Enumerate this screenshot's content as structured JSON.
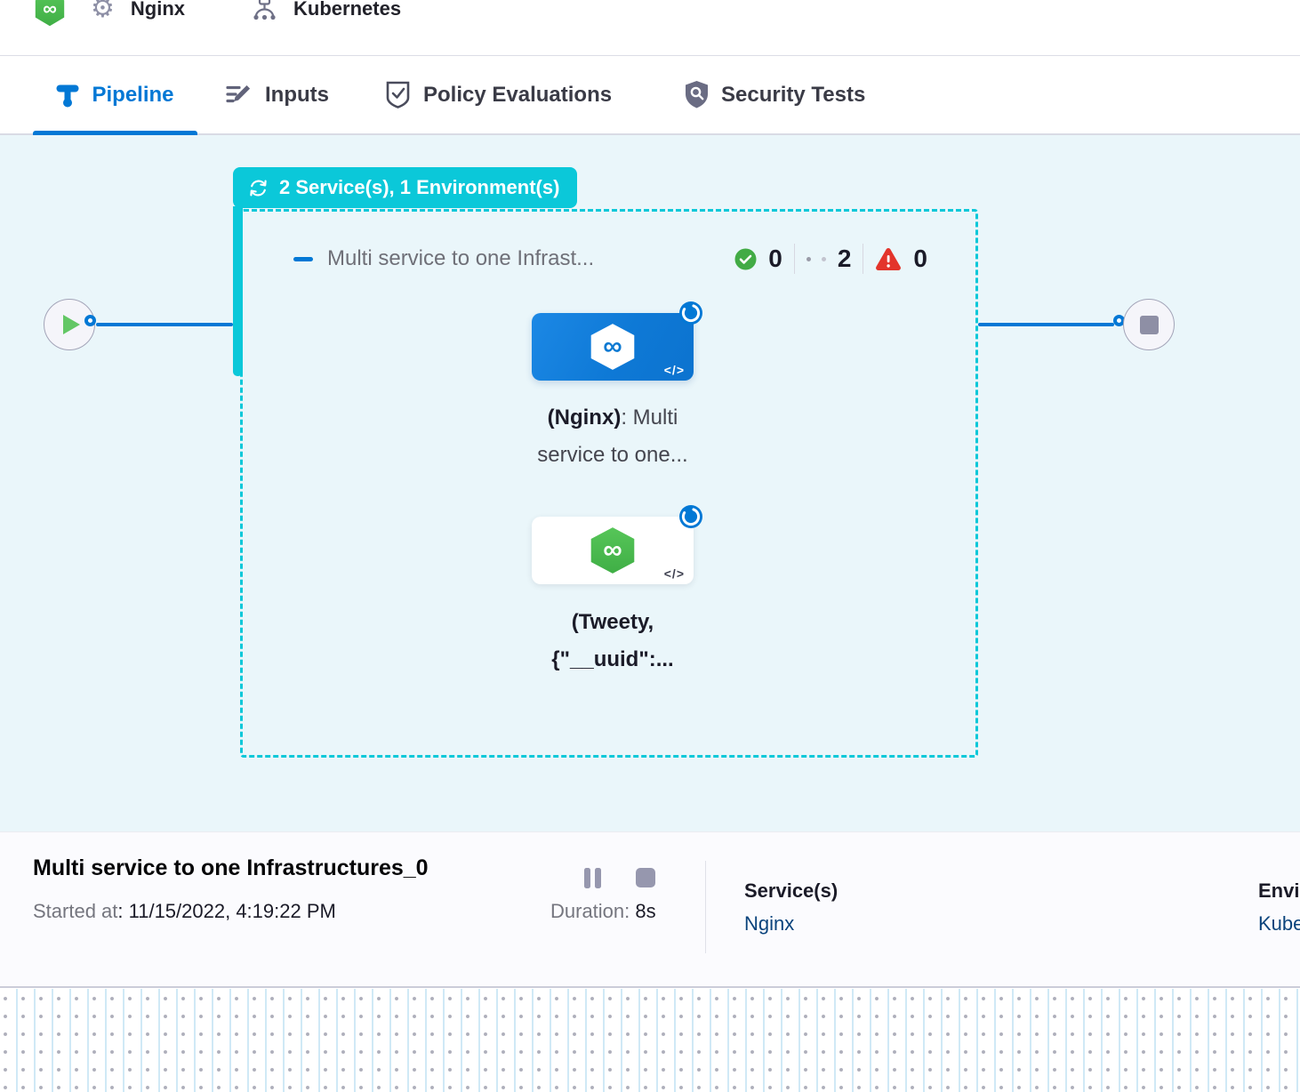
{
  "header": {
    "service_name": "Nginx",
    "infra_name": "Kubernetes"
  },
  "tabs": {
    "pipeline": "Pipeline",
    "inputs": "Inputs",
    "policy": "Policy Evaluations",
    "security": "Security Tests"
  },
  "stage": {
    "badge_label": "2 Service(s), 1 Environment(s)",
    "title": "Multi service to one Infrast...",
    "counts": {
      "success": "0",
      "running": "2",
      "failed": "0"
    },
    "nodes": [
      {
        "name_bold": "(Nginx)",
        "name_rest": ": Multi",
        "line2": "service to one..."
      },
      {
        "name_bold": "(Tweety,",
        "name_rest": "",
        "line2": "{\"__uuid\":..."
      }
    ]
  },
  "glyphs": {
    "code": "</>",
    "infinity": "∞"
  },
  "footer": {
    "title": "Multi service to one Infrastructures_0",
    "started_label": "Started at",
    "started_value": ": 11/15/2022, 4:19:22 PM",
    "duration_label": "Duration: ",
    "duration_value": "8s",
    "services_label": "Service(s)",
    "services_value": "Nginx",
    "environments_label": "Environment(s)",
    "environments_value": "Kubernetes"
  },
  "colors": {
    "accent_blue": "#0278D5",
    "stage_teal": "#0BC8D9",
    "canvas_bg": "#EAF6FA",
    "success_green": "#42AB45",
    "error_red": "#E3342B",
    "link_navy": "#0A437C"
  }
}
